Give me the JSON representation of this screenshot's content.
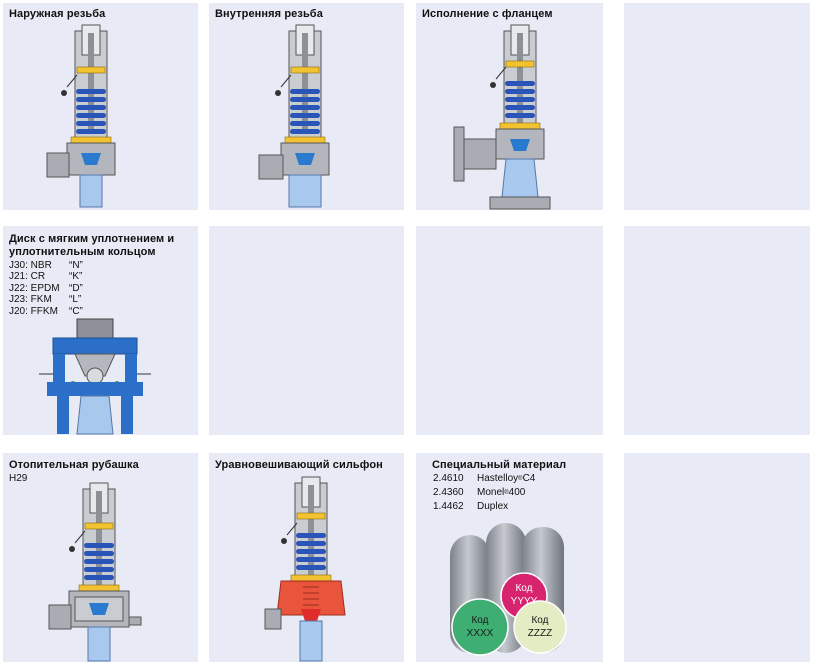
{
  "cells": {
    "external_thread": {
      "title": "Наружная резьба"
    },
    "internal_thread": {
      "title": "Внутренняя резьба"
    },
    "flanged": {
      "title": "Исполнение с фланцем"
    },
    "soft_seal": {
      "title_line1": "Диск с мягким уплотнением и",
      "title_line2": "уплотнительным кольцом",
      "rows": [
        {
          "code": "J30: NBR",
          "letter": "“N”"
        },
        {
          "code": "J21: CR",
          "letter": "“K”"
        },
        {
          "code": "J22: EPDM",
          "letter": "“D”"
        },
        {
          "code": "J23: FKM",
          "letter": "“L”"
        },
        {
          "code": "J20: FFKM",
          "letter": "“C”"
        }
      ]
    },
    "heating_jacket": {
      "title": "Отопительная рубашка",
      "code": "H29"
    },
    "bellows": {
      "title": "Уравновешивающий сильфон"
    },
    "special_material": {
      "title": "Специальный материал",
      "rows": [
        {
          "code": "2.4610",
          "name": "Hastelloy",
          "mark": "®",
          "suffix": " C4"
        },
        {
          "code": "2.4360",
          "name": "Monel",
          "mark": "®",
          "suffix": " 400"
        },
        {
          "code": "1.4462",
          "name": "Duplex",
          "mark": "",
          "suffix": ""
        }
      ],
      "circles": {
        "top": {
          "label": "Код",
          "code": "YYYY",
          "color": "#d8246e"
        },
        "left": {
          "label": "Код",
          "code": "XXXX",
          "color": "#3fae72"
        },
        "right": {
          "label": "Код",
          "code": "ZZZZ",
          "color": "#e4ecc4"
        }
      }
    }
  },
  "colors": {
    "cell_bg": "#e8ebf6",
    "spring": "#2a55b8",
    "brass": "#f2c230",
    "body_gray": "#a9adb3",
    "nozzle_blue": "#a8c8ee",
    "seal_blue": "#2c6fc9",
    "bellows_red": "#e8543c"
  }
}
